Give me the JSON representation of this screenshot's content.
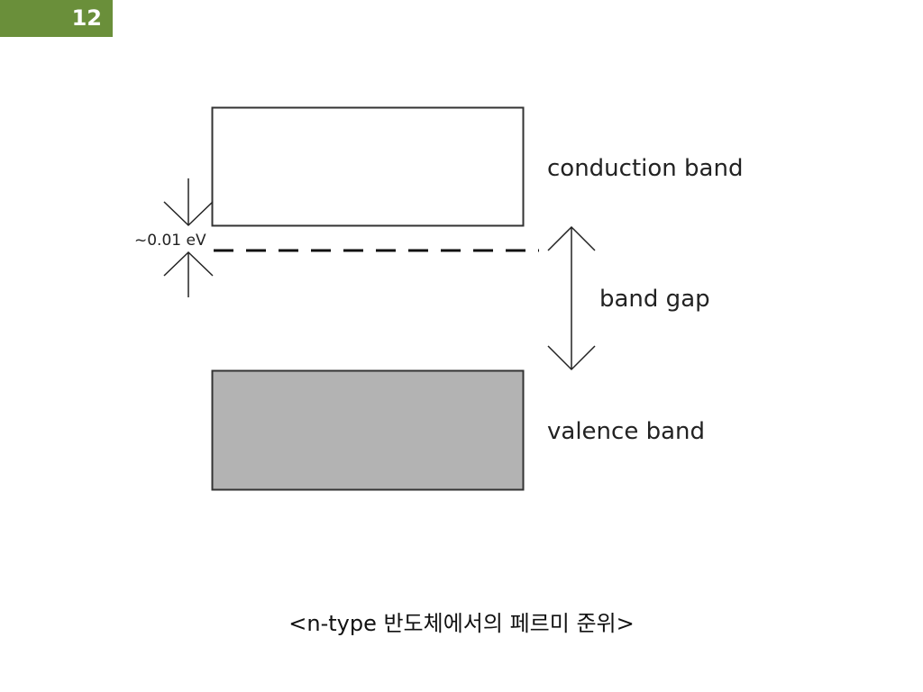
{
  "slide": {
    "page_number": "12",
    "caption": "<n-type 반도체에서의 페르미 준위>"
  },
  "diagram": {
    "conduction_label": "conduction band",
    "gap_label": "band gap",
    "valence_label": "valence band",
    "energy_label": "~0.01 eV",
    "colors": {
      "band_outline": "#333333",
      "valence_fill": "#b3b3b3",
      "line": "#111111",
      "page_badge": "#6a8f3a"
    }
  }
}
